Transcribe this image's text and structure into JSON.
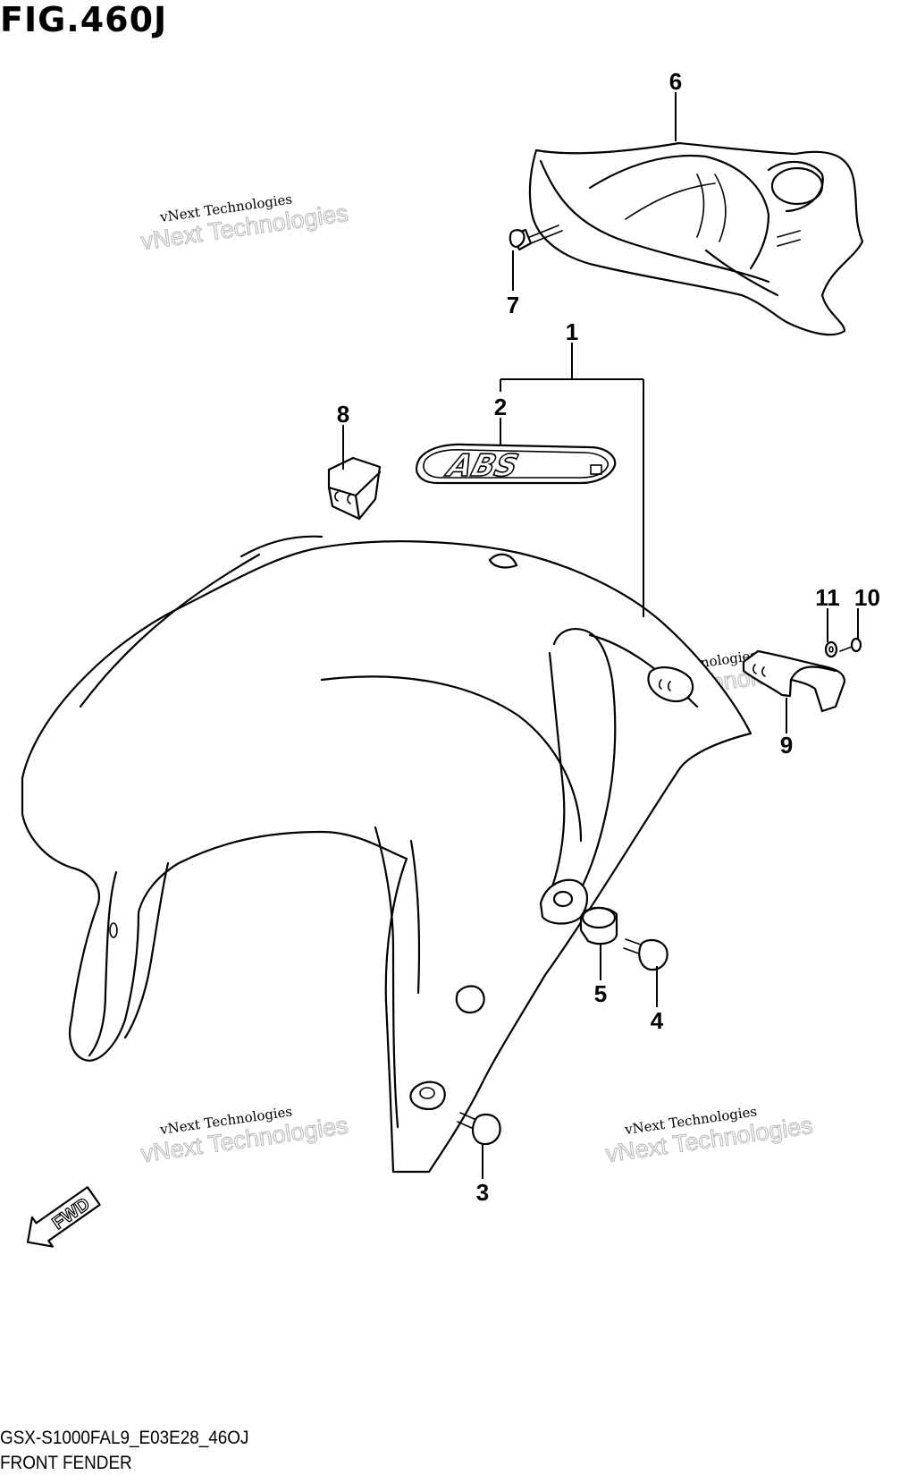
{
  "figure_title": "FIG.460J",
  "diagram_code": "GSX-S1000FAL9_E03E28_46OJ",
  "diagram_name": "FRONT FENDER",
  "fwd_label": "FWD",
  "decal_text": "ABS",
  "watermark": {
    "line1": "vNext Technologies",
    "line2": "vNext Technologies"
  },
  "callouts": [
    {
      "id": "6",
      "label": "6"
    },
    {
      "id": "7",
      "label": "7"
    },
    {
      "id": "1",
      "label": "1"
    },
    {
      "id": "2",
      "label": "2"
    },
    {
      "id": "8",
      "label": "8"
    },
    {
      "id": "11",
      "label": "11"
    },
    {
      "id": "10",
      "label": "10"
    },
    {
      "id": "9",
      "label": "9"
    },
    {
      "id": "5",
      "label": "5"
    },
    {
      "id": "4",
      "label": "4"
    },
    {
      "id": "3",
      "label": "3"
    }
  ]
}
